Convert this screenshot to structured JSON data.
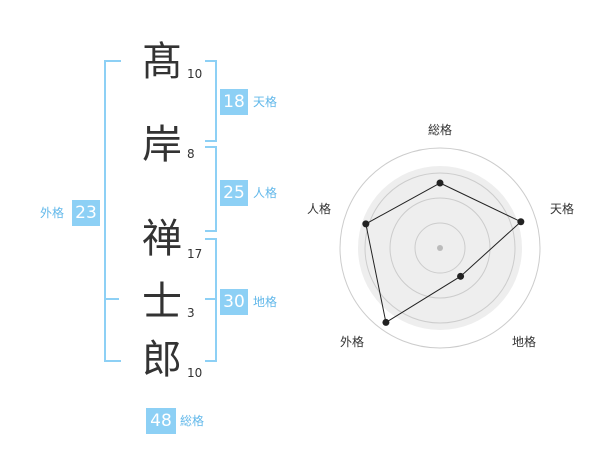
{
  "name_characters": [
    {
      "char": "髙",
      "strokes": "10"
    },
    {
      "char": "岸",
      "strokes": "8"
    },
    {
      "char": "禅",
      "strokes": "17"
    },
    {
      "char": "士",
      "strokes": "3"
    },
    {
      "char": "郎",
      "strokes": "10"
    }
  ],
  "fortunes": {
    "tenkaku": {
      "value": "18",
      "label": "天格"
    },
    "jinkaku": {
      "value": "25",
      "label": "人格"
    },
    "chikaku": {
      "value": "30",
      "label": "地格"
    },
    "gaikaku": {
      "value": "23",
      "label": "外格"
    },
    "soukaku": {
      "value": "48",
      "label": "総格"
    }
  },
  "radar": {
    "labels": [
      "総格",
      "天格",
      "地格",
      "外格",
      "人格"
    ],
    "values": [
      0.65,
      0.85,
      0.35,
      0.92,
      0.78
    ],
    "rings": 4,
    "fill_color": "#eeeeee",
    "ring_color": "#cccccc",
    "line_color": "#222222"
  }
}
